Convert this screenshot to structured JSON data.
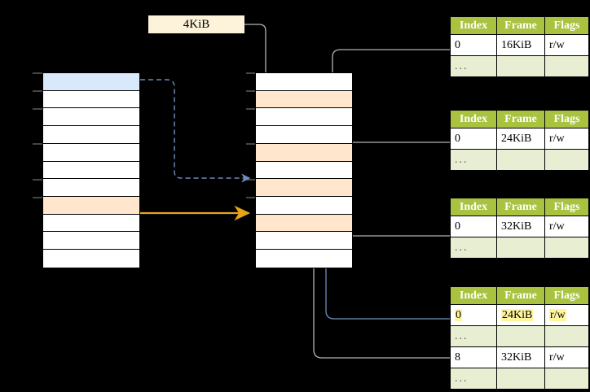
{
  "diagram": {
    "title_label": "4KiB",
    "page_size": "4KiB",
    "left_column": {
      "name": "virtual-address-space",
      "row_count": 11,
      "rows": [
        {
          "index": 0,
          "highlight": "blue"
        },
        {
          "index": 1,
          "highlight": "none"
        },
        {
          "index": 2,
          "highlight": "none"
        },
        {
          "index": 3,
          "highlight": "none"
        },
        {
          "index": 4,
          "highlight": "none"
        },
        {
          "index": 5,
          "highlight": "none"
        },
        {
          "index": 6,
          "highlight": "none"
        },
        {
          "index": 7,
          "highlight": "orange"
        },
        {
          "index": 8,
          "highlight": "none"
        },
        {
          "index": 9,
          "highlight": "none"
        },
        {
          "index": 10,
          "highlight": "none"
        }
      ]
    },
    "middle_column": {
      "name": "physical-memory",
      "row_count": 11,
      "rows": [
        {
          "index": 0,
          "highlight": "none"
        },
        {
          "index": 1,
          "highlight": "orange"
        },
        {
          "index": 2,
          "highlight": "none"
        },
        {
          "index": 3,
          "highlight": "none"
        },
        {
          "index": 4,
          "highlight": "orange"
        },
        {
          "index": 5,
          "highlight": "none"
        },
        {
          "index": 6,
          "highlight": "orange"
        },
        {
          "index": 7,
          "highlight": "none"
        },
        {
          "index": 8,
          "highlight": "orange"
        },
        {
          "index": 9,
          "highlight": "none"
        },
        {
          "index": 10,
          "highlight": "none"
        }
      ]
    },
    "page_tables": [
      {
        "id": "page-table-1",
        "headers": [
          "Index",
          "Frame",
          "Flags"
        ],
        "rows": [
          {
            "type": "data",
            "index": "0",
            "frame": "16KiB",
            "flags": "r/w",
            "highlight": false
          },
          {
            "type": "ellipsis",
            "index": "...",
            "frame": "",
            "flags": ""
          }
        ]
      },
      {
        "id": "page-table-2",
        "headers": [
          "Index",
          "Frame",
          "Flags"
        ],
        "rows": [
          {
            "type": "data",
            "index": "0",
            "frame": "24KiB",
            "flags": "r/w",
            "highlight": false
          },
          {
            "type": "ellipsis",
            "index": "...",
            "frame": "",
            "flags": ""
          }
        ]
      },
      {
        "id": "page-table-3",
        "headers": [
          "Index",
          "Frame",
          "Flags"
        ],
        "rows": [
          {
            "type": "data",
            "index": "0",
            "frame": "32KiB",
            "flags": "r/w",
            "highlight": false
          },
          {
            "type": "ellipsis",
            "index": "...",
            "frame": "",
            "flags": ""
          }
        ]
      },
      {
        "id": "page-table-4",
        "headers": [
          "Index",
          "Frame",
          "Flags"
        ],
        "rows": [
          {
            "type": "data",
            "index": "0",
            "frame": "24KiB",
            "flags": "r/w",
            "highlight": true
          },
          {
            "type": "ellipsis",
            "index": "...",
            "frame": "",
            "flags": ""
          },
          {
            "type": "data",
            "index": "8",
            "frame": "32KiB",
            "flags": "r/w",
            "highlight": false
          },
          {
            "type": "ellipsis",
            "index": "...",
            "frame": "",
            "flags": ""
          }
        ]
      }
    ],
    "colors": {
      "background": "#000000",
      "header_green": "#a9c23f",
      "ellipsis_green": "#e8eed2",
      "blue_fill": "#dae8fc",
      "orange_fill": "#ffe6cc",
      "label_fill": "#fdf3da",
      "highlight_yellow": "#fff59d",
      "arrow_gray": "#b3b3b3",
      "arrow_blue": "#6c8ebf",
      "arrow_orange": "#e8a317"
    }
  }
}
